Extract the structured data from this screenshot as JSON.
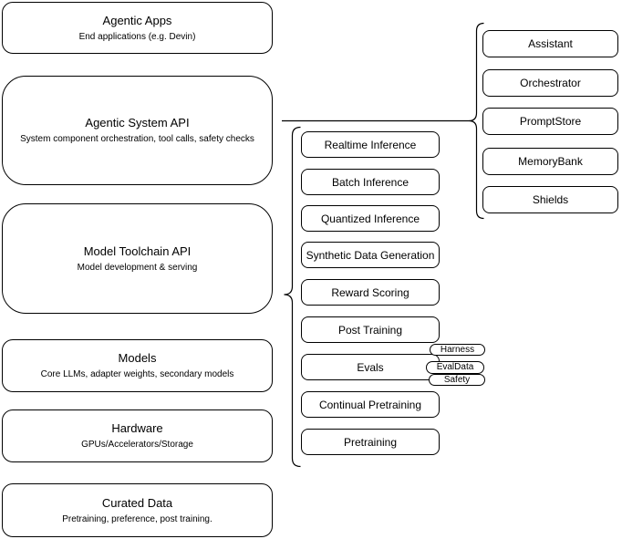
{
  "left_stack": {
    "boxes": [
      {
        "title": "Agentic Apps",
        "subtitle": "End applications (e.g. Devin)"
      },
      {
        "title": "Agentic System API",
        "subtitle": "System component orchestration, tool calls, safety checks"
      },
      {
        "title": "Model Toolchain API",
        "subtitle": "Model development & serving"
      },
      {
        "title": "Models",
        "subtitle": "Core LLMs, adapter weights, secondary models"
      },
      {
        "title": "Hardware",
        "subtitle": "GPUs/Accelerators/Storage"
      },
      {
        "title": "Curated Data",
        "subtitle": "Pretraining, preference, post training."
      }
    ]
  },
  "toolchain_group": {
    "items": [
      {
        "label": "Realtime Inference"
      },
      {
        "label": "Batch Inference"
      },
      {
        "label": "Quantized Inference"
      },
      {
        "label": "Synthetic Data Generation"
      },
      {
        "label": "Reward Scoring"
      },
      {
        "label": "Post Training"
      },
      {
        "label": "Evals"
      },
      {
        "label": "Continual Pretraining"
      },
      {
        "label": "Pretraining"
      }
    ],
    "evals_tags": [
      {
        "label": "Harness"
      },
      {
        "label": "EvalData"
      },
      {
        "label": "Safety"
      }
    ]
  },
  "system_group": {
    "items": [
      {
        "label": "Assistant"
      },
      {
        "label": "Orchestrator"
      },
      {
        "label": "PromptStore"
      },
      {
        "label": "MemoryBank"
      },
      {
        "label": "Shields"
      }
    ]
  },
  "colors": {
    "border": "#000000",
    "fill": "#ffffff",
    "text": "#000000"
  }
}
